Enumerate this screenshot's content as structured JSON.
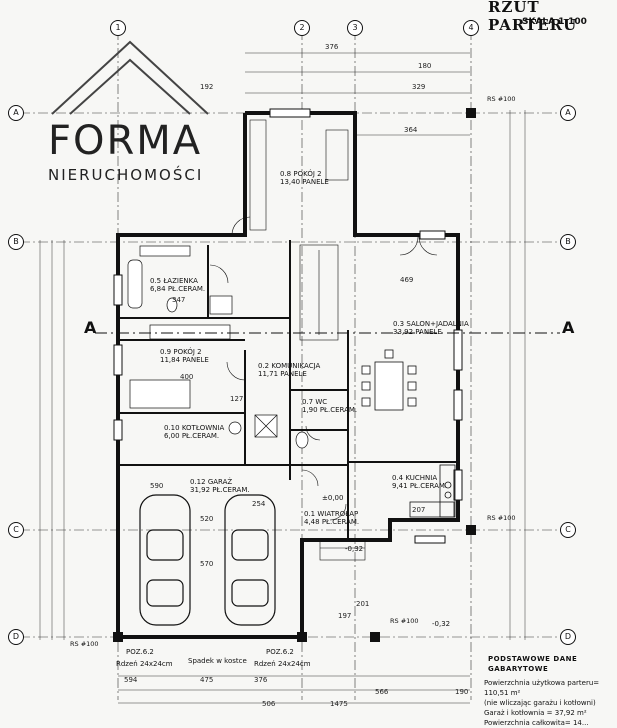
{
  "logo": {
    "word": "FORMA",
    "sub": "NIERUCHOMOŚCI"
  },
  "header": {
    "title": "RZUT PARTERU",
    "scale": "SKALA 1:100"
  },
  "axes": {
    "letters": [
      "A",
      "B",
      "C",
      "D"
    ],
    "numbers": [
      "1",
      "2",
      "3",
      "4"
    ]
  },
  "section_mark": "A",
  "rooms": [
    {
      "id": "r08",
      "num": "0.8",
      "name": "POKÓJ 2",
      "area": "13,40",
      "finish": "PANELE"
    },
    {
      "id": "r05",
      "num": "0.5",
      "name": "ŁAZIENKA",
      "area": "6,84",
      "finish": "PŁ.CERAM."
    },
    {
      "id": "r09",
      "num": "0.9",
      "name": "POKÓJ 2",
      "area": "11,84",
      "finish": "PANELE"
    },
    {
      "id": "r02",
      "num": "0.2",
      "name": "KOMUNIKACJA",
      "area": "11,71",
      "finish": "PANELE"
    },
    {
      "id": "r03",
      "num": "0.3",
      "name": "SALON+JADALNIA",
      "area": "33,92",
      "finish": "PANELE"
    },
    {
      "id": "r07",
      "num": "0.7",
      "name": "WC",
      "area": "1,90",
      "finish": "PŁ.CERAM."
    },
    {
      "id": "r10",
      "num": "0.10",
      "name": "KOTŁOWNIA",
      "area": "6,00",
      "finish": "PŁ.CERAM."
    },
    {
      "id": "r04",
      "num": "0.4",
      "name": "KUCHNIA",
      "area": "9,41",
      "finish": "PŁ.CERAM."
    },
    {
      "id": "r12",
      "num": "0.12",
      "name": "GARAŻ",
      "area": "31,92",
      "finish": "PŁ.CERAM."
    },
    {
      "id": "r01",
      "num": "0.1",
      "name": "WIATROŁAP",
      "area": "4,48",
      "finish": "PŁ.CERAM."
    }
  ],
  "levels": {
    "zero": "±0,00",
    "minus": "-0,32",
    "minus_floor": "-0,32"
  },
  "rs_labels": [
    "RS #100",
    "RS #100",
    "RS #100",
    "RS #100"
  ],
  "top_dims": [
    "376",
    "180",
    "329",
    "364",
    "192"
  ],
  "inner_dims": [
    "469",
    "347",
    "400",
    "520",
    "590",
    "254",
    "127",
    "207",
    "201",
    "197",
    "570"
  ],
  "bottom_dims": [
    "594",
    "475",
    "376",
    "566",
    "190",
    "506",
    "1475"
  ],
  "floor_notes": {
    "poz_left": "POZ.6.2",
    "tile_left": "Rdzeń 24x24cm",
    "slope": "Spadek w kostce",
    "poz_right": "POZ.6.2",
    "tile_right": "Rdzeń 24x24cm"
  },
  "stats": {
    "heading": "PODSTAWOWE DANE GABARYTOWE",
    "usable": "Powierzchnia użytkowa parteru= 110,51 m²",
    "note": "(nie wliczając garażu i kotłowni)",
    "garage": "Garaż i kotłownia = 37,92 m²",
    "total": "Powierzchnia całkowita= 14..."
  }
}
